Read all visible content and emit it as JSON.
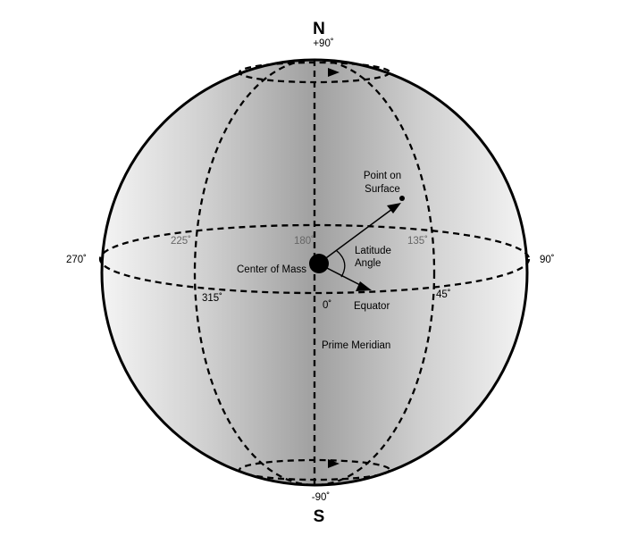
{
  "poles": {
    "north": {
      "letter": "N",
      "degree": "+90˚"
    },
    "south": {
      "letter": "S",
      "degree": "-90˚"
    }
  },
  "side_labels": {
    "left": "270˚",
    "right": "90˚"
  },
  "equator_degrees": {
    "d225": "225˚",
    "d180": "180˚",
    "d135": "135˚",
    "d315": "315˚",
    "d0": "0˚",
    "d45": "45˚"
  },
  "annotations": {
    "point_on_surface_line1": "Point on",
    "point_on_surface_line2": "Surface",
    "latitude_angle_line1": "Latitude",
    "latitude_angle_line2": "Angle",
    "center_of_mass": "Center of Mass",
    "equator": "Equator",
    "prime_meridian": "Prime Meridian"
  },
  "colors": {
    "sphere_edge": "#f2f2f2",
    "sphere_center": "#9a9a9a",
    "outline": "#000000",
    "gray_text": "#666666"
  }
}
